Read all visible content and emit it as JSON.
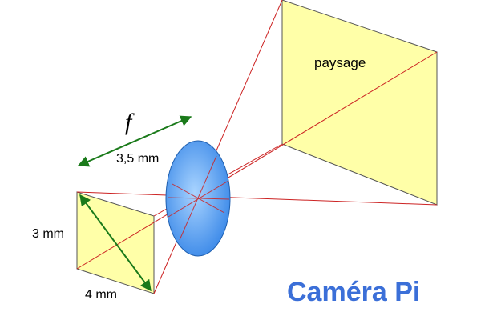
{
  "labels": {
    "focal_symbol": "f",
    "focal_length": "3,5 mm",
    "sensor_height": "3 mm",
    "sensor_width": "4 mm",
    "scene": "paysage",
    "brand": "Caméra Pi"
  },
  "colors": {
    "plane_fill": "#ffffa8",
    "plane_stroke": "#555555",
    "ray": "#cc2222",
    "arrow": "#1a7a1a",
    "lens_core": "#a9d4ff",
    "lens_edge": "#3a88e8",
    "lens_stroke": "#2060b0",
    "brand": "#3b6fd8"
  }
}
